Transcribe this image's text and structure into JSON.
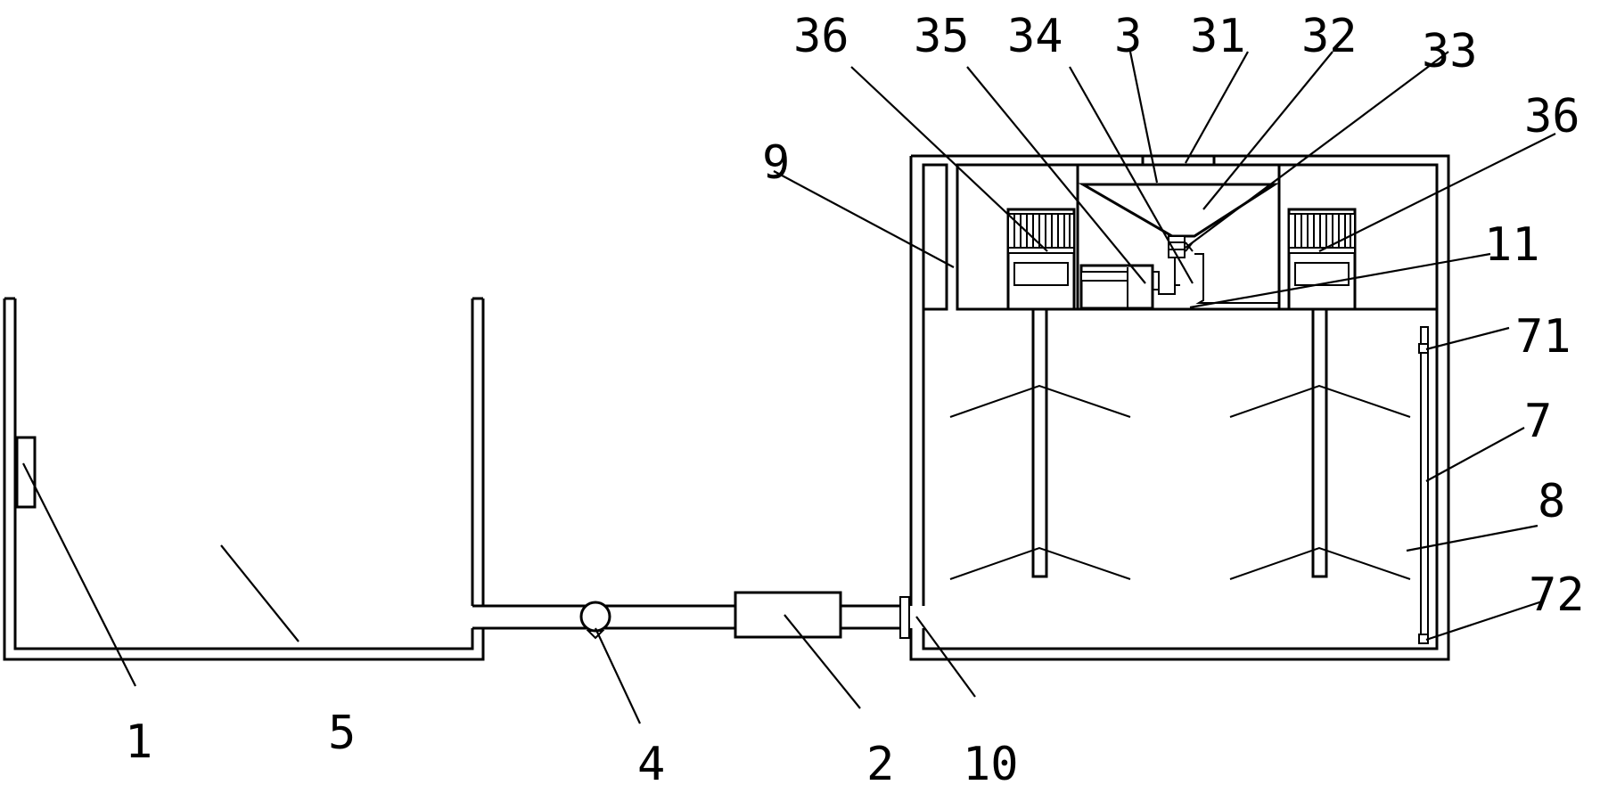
{
  "callouts": [
    {
      "id": "label-1",
      "text": "1"
    },
    {
      "id": "label-5",
      "text": "5"
    },
    {
      "id": "label-4",
      "text": "4"
    },
    {
      "id": "label-2",
      "text": "2"
    },
    {
      "id": "label-10",
      "text": "10"
    },
    {
      "id": "label-9",
      "text": "9"
    },
    {
      "id": "label-36a",
      "text": "36"
    },
    {
      "id": "label-35",
      "text": "35"
    },
    {
      "id": "label-34",
      "text": "34"
    },
    {
      "id": "label-3",
      "text": "3"
    },
    {
      "id": "label-31",
      "text": "31"
    },
    {
      "id": "label-32",
      "text": "32"
    },
    {
      "id": "label-33",
      "text": "33"
    },
    {
      "id": "label-36b",
      "text": "36"
    },
    {
      "id": "label-11",
      "text": "11"
    },
    {
      "id": "label-71",
      "text": "71"
    },
    {
      "id": "label-7",
      "text": "7"
    },
    {
      "id": "label-8",
      "text": "8"
    },
    {
      "id": "label-72",
      "text": "72"
    }
  ]
}
